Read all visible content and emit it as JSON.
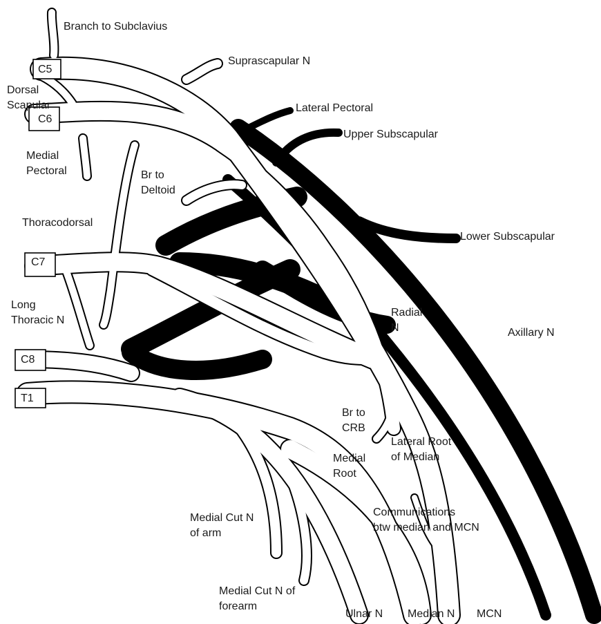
{
  "labels": {
    "branch_to_subclavius": "Branch to Subclavius",
    "suprascapular_n": "Suprascapular N",
    "c5": "C5",
    "dorsal_scapular": "Dorsal\nScapular",
    "c6": "C6",
    "lateral_pectoral": "Lateral Pectoral",
    "upper_subscapular": "Upper Subscapular",
    "medial_pectoral": "Medial\nPectoral",
    "br_to_deltoid": "Br to\nDeltoid",
    "thoracodorsal": "Thoracodorsal",
    "lower_subscapular": "Lower Subscapular",
    "c7": "C7",
    "long_thoracic_n": "Long\nThoracic N",
    "radial_n": "Radial\nN",
    "axillary_n": "Axillary N",
    "c8": "C8",
    "t1": "T1",
    "br_to_crb": "Br to\nCRB",
    "lateral_root_of_median": "Lateral Root\nof Median",
    "medial_root": "Medial\nRoot",
    "medial_cut_n_of_arm": "Medial Cut N\nof arm",
    "communications": "Communications\nbtw median and MCN",
    "medial_cut_n_of_forearm": "Medial Cut N of\nforearm",
    "ulnar_n": "Ulnar N",
    "median_n": "Median N",
    "mcn": "MCN"
  },
  "colors": {
    "posterior_cord": "#000000",
    "other_nerves": "#ffffff",
    "outline": "#000000",
    "text": "#1a1a1a"
  }
}
